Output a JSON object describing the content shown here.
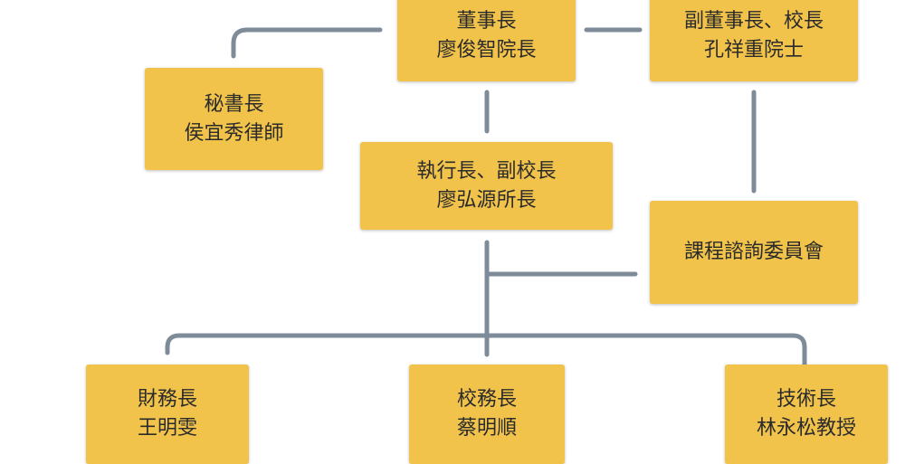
{
  "colors": {
    "box_fill": "#F1C34B",
    "connector": "#7E8B99",
    "text": "#2b2b2b"
  },
  "nodes": {
    "chairman": {
      "title": "董事長",
      "name": "廖俊智院長"
    },
    "vice_chairman": {
      "title": "副董事長、校長",
      "name": "孔祥重院士"
    },
    "secretary_general": {
      "title": "秘書長",
      "name": "侯宜秀律師"
    },
    "executive_director": {
      "title": "執行長、副校長",
      "name": "廖弘源所長"
    },
    "curriculum_committee": {
      "title": "課程諮詢委員會"
    },
    "finance_director": {
      "title": "財務長",
      "name": "王明雯"
    },
    "academic_director": {
      "title": "校務長",
      "name": "蔡明順"
    },
    "technology_director": {
      "title": "技術長",
      "name": "林永松教授"
    }
  }
}
